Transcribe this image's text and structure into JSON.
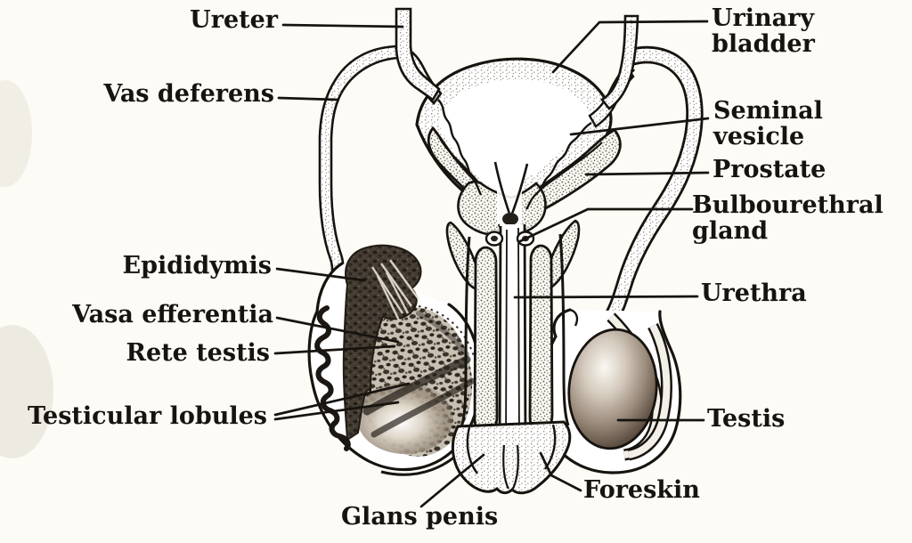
{
  "figure": {
    "type": "labeled-biology-diagram",
    "paper_color": "#fcfbf6",
    "ink_color": "#17130e",
    "labels": {
      "ureter": "Ureter",
      "vas_deferens": "Vas deferens",
      "epididymis": "Epididymis",
      "vasa_efferentia": "Vasa efferentia",
      "rete_testis": "Rete testis",
      "testicular_lobules": "Testicular lobules",
      "glans_penis": "Glans penis",
      "urinary_bladder": "Urinary bladder",
      "seminal_vesicle": "Seminal vesicle",
      "prostate": "Prostate",
      "bulbourethral_gland": "Bulbourethral gland",
      "urethra": "Urethra",
      "foreskin": "Foreskin",
      "testis": "Testis"
    }
  }
}
